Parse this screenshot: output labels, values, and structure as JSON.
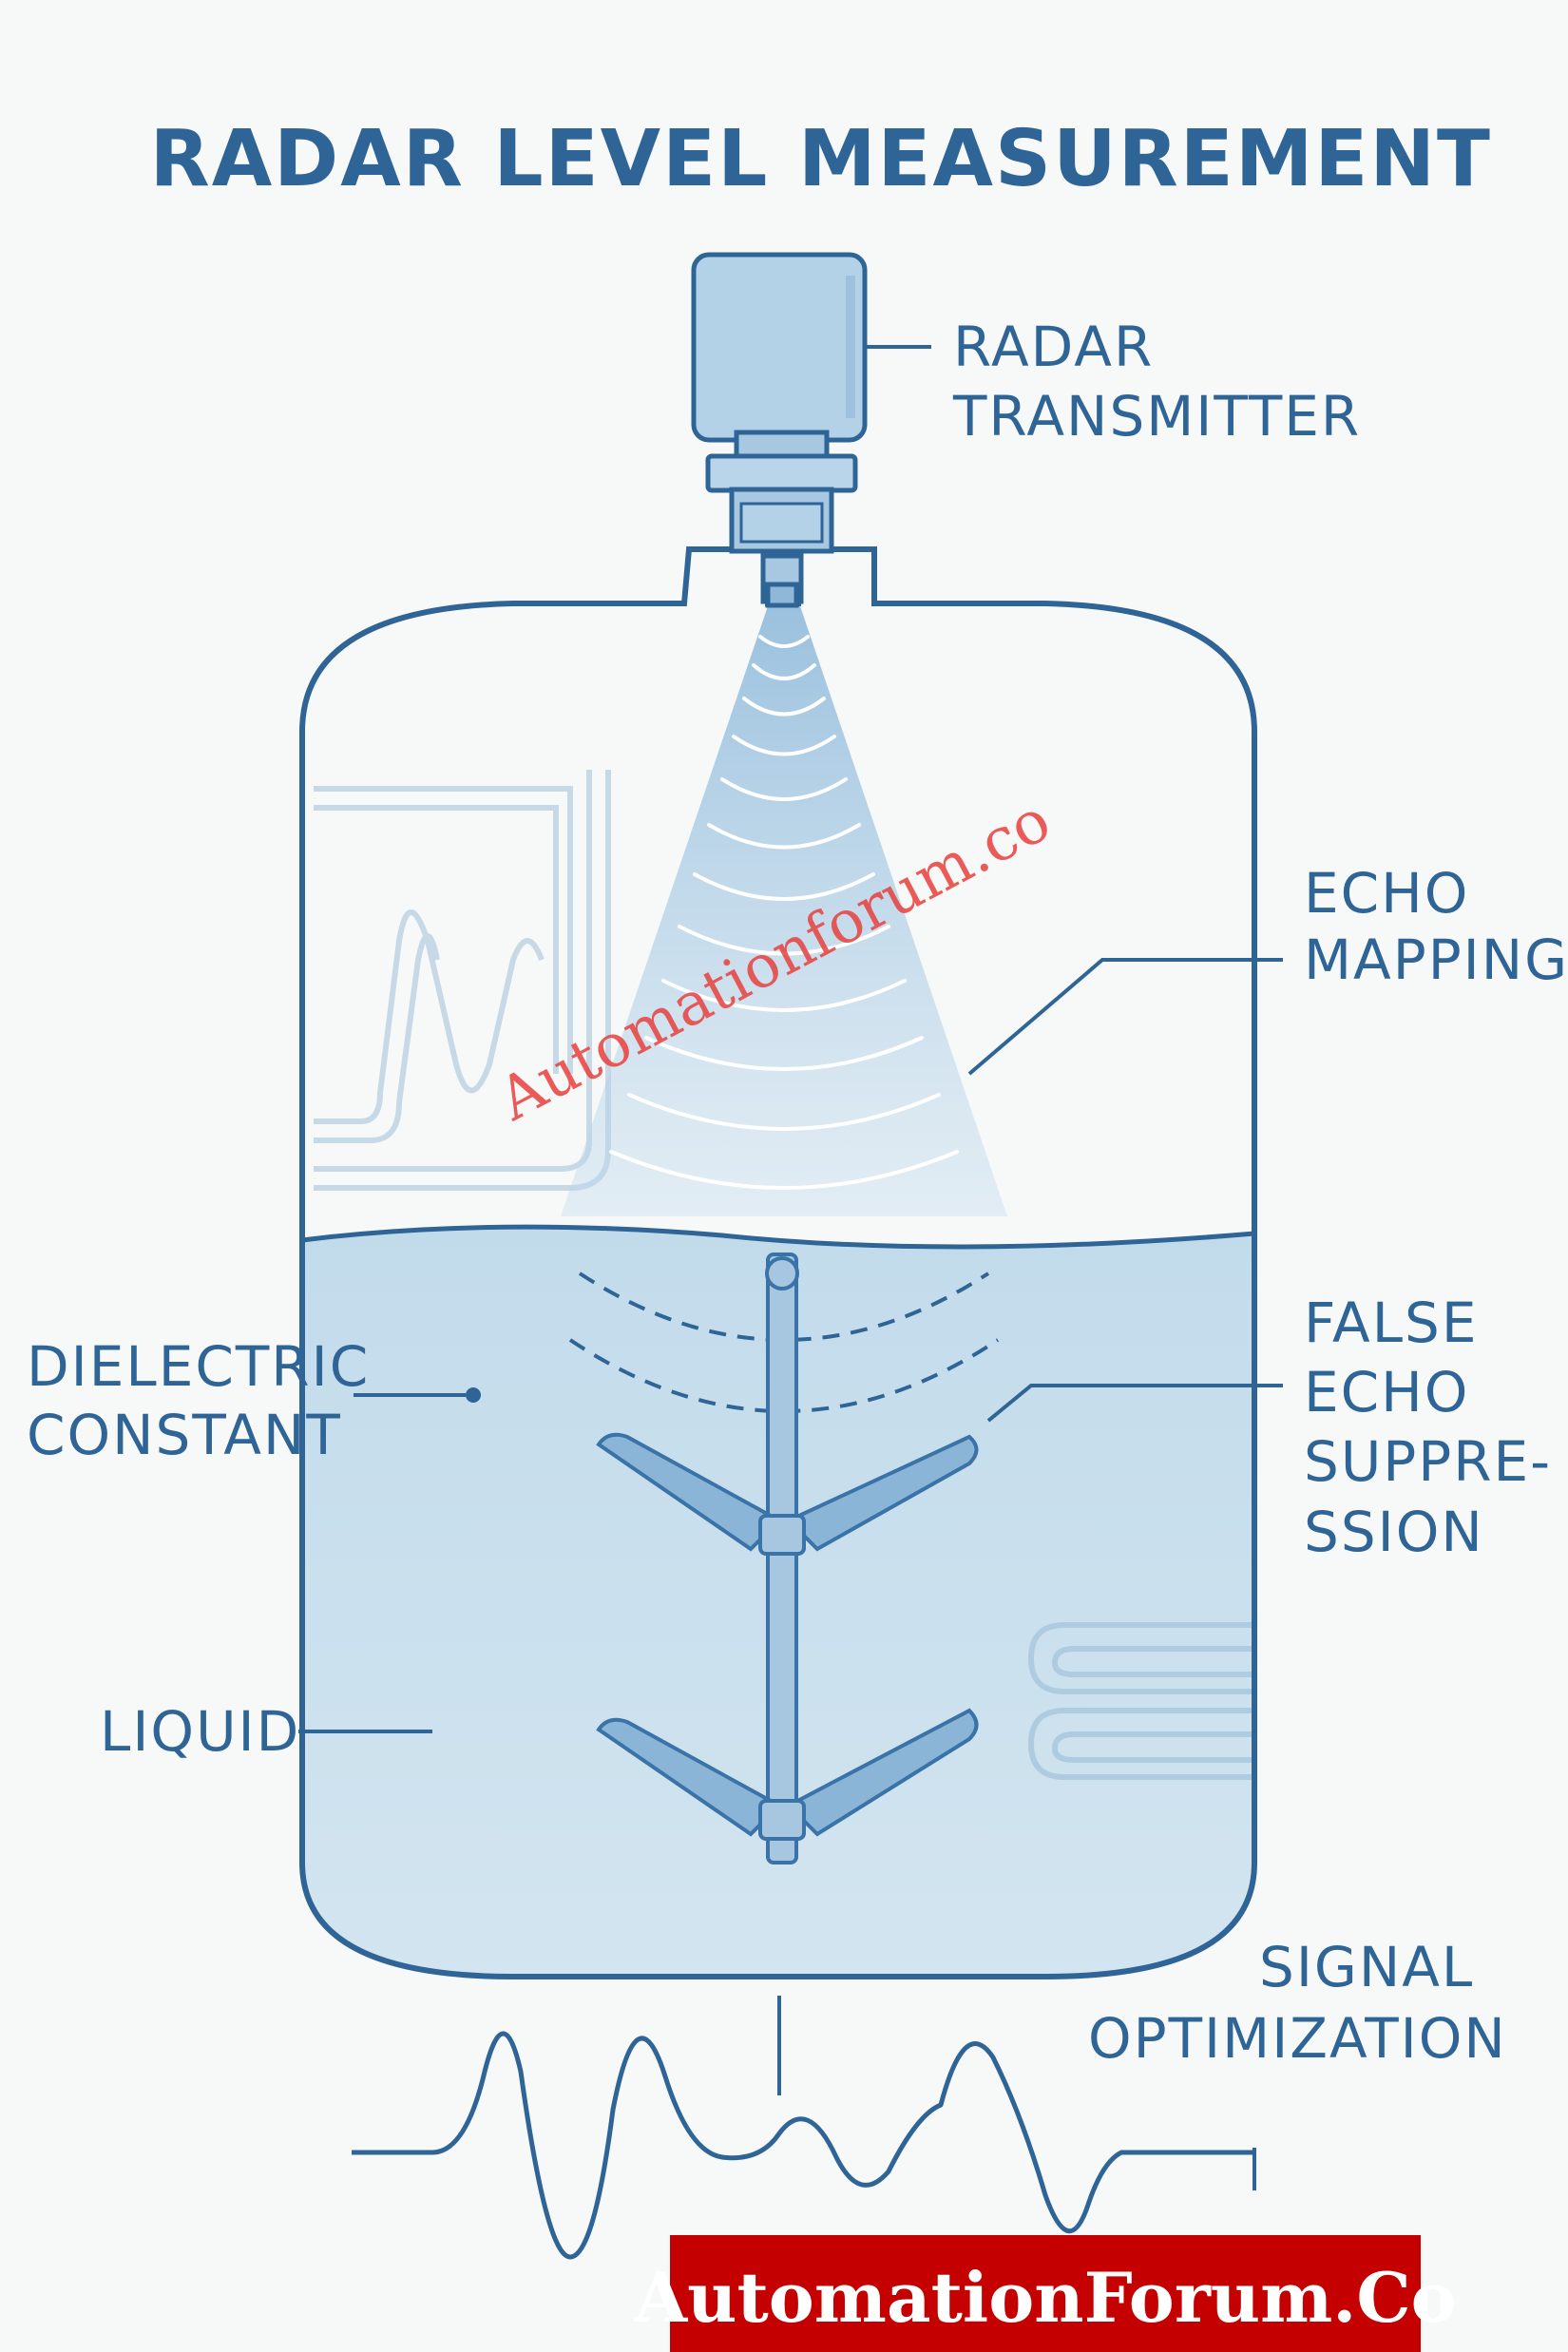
{
  "title": "RADAR  LEVEL MEASUREMENT",
  "labels": {
    "transmitter": [
      "RADAR",
      "TRANSMITTER"
    ],
    "echo_mapping": [
      "ECHO",
      "MAPPING"
    ],
    "dielectric": [
      "DIELECTRIC",
      "CONSTANT"
    ],
    "false_echo": [
      "FALSE",
      "ECHO",
      "SUPPRE-",
      "SSION"
    ],
    "liquid": [
      "LIQUID"
    ],
    "signal": [
      "SIGNAL",
      "OPTIMIZATION"
    ]
  },
  "watermark": "Automationforum.co",
  "banner": "AutomationForum.Co",
  "colors": {
    "primary": "#2f6496",
    "line": "#3a73a8",
    "liquid": "#c6dcea",
    "beam": "#a9cbe3",
    "watermark": "#e8403c",
    "banner_bg": "#c40000",
    "banner_text": "#ffffff"
  }
}
